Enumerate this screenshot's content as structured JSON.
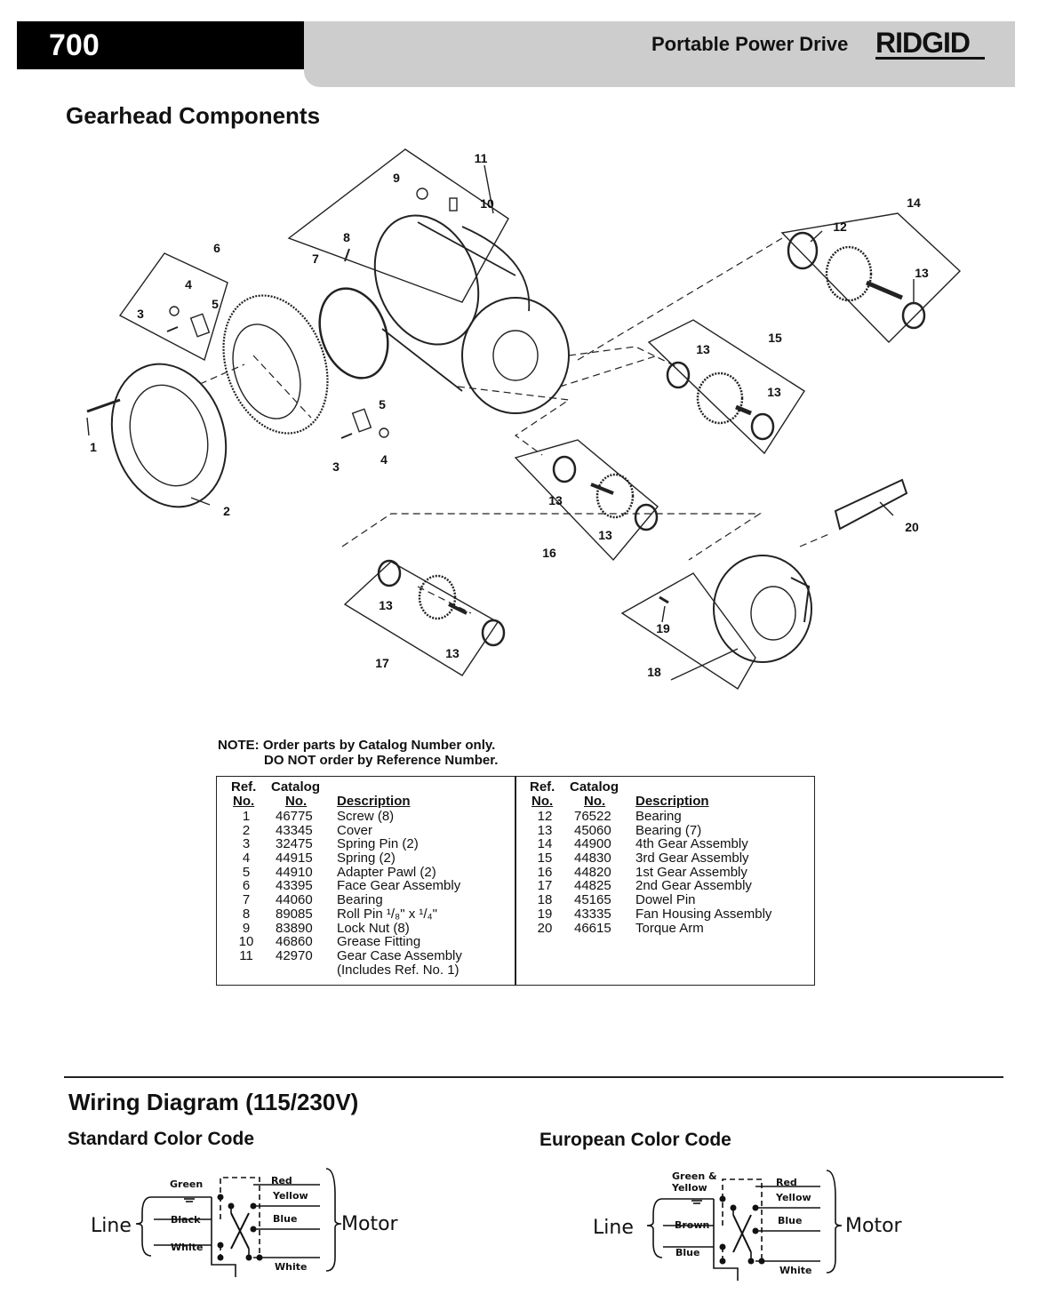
{
  "header": {
    "model": "700",
    "title": "Portable Power Drive",
    "brand": "RIDGID"
  },
  "section_title": "Gearhead Components",
  "diagram_labels": [
    "1",
    "2",
    "3",
    "3",
    "4",
    "4",
    "5",
    "5",
    "6",
    "7",
    "8",
    "9",
    "10",
    "11",
    "12",
    "13",
    "13",
    "13",
    "13",
    "13",
    "13",
    "13",
    "14",
    "15",
    "16",
    "17",
    "18",
    "19",
    "20"
  ],
  "note": {
    "line1": "NOTE: Order parts by Catalog Number only.",
    "line2": "DO NOT order by Reference Number."
  },
  "parts_table": {
    "headers": {
      "ref_top": "Ref.",
      "ref_bottom": "No.",
      "catalog_top": "Catalog",
      "catalog_bottom": "No.",
      "description": "Description"
    },
    "left": [
      {
        "ref": "1",
        "catalog": "46775",
        "desc": "Screw (8)"
      },
      {
        "ref": "2",
        "catalog": "43345",
        "desc": "Cover"
      },
      {
        "ref": "3",
        "catalog": "32475",
        "desc": "Spring Pin (2)"
      },
      {
        "ref": "4",
        "catalog": "44915",
        "desc": "Spring (2)"
      },
      {
        "ref": "5",
        "catalog": "44910",
        "desc": "Adapter Pawl (2)"
      },
      {
        "ref": "6",
        "catalog": "43395",
        "desc": "Face Gear Assembly"
      },
      {
        "ref": "7",
        "catalog": "44060",
        "desc": "Bearing"
      },
      {
        "ref": "8",
        "catalog": "89085",
        "desc": "Roll Pin ¹/₈\" x ¹/₄\""
      },
      {
        "ref": "9",
        "catalog": "83890",
        "desc": "Lock Nut (8)"
      },
      {
        "ref": "10",
        "catalog": "46860",
        "desc": "Grease Fitting"
      },
      {
        "ref": "11",
        "catalog": "42970",
        "desc": "Gear Case Assembly"
      },
      {
        "ref": "",
        "catalog": "",
        "desc": "(Includes Ref. No. 1)"
      }
    ],
    "right": [
      {
        "ref": "12",
        "catalog": "76522",
        "desc": "Bearing"
      },
      {
        "ref": "13",
        "catalog": "45060",
        "desc": "Bearing (7)"
      },
      {
        "ref": "14",
        "catalog": "44900",
        "desc": "4th Gear Assembly"
      },
      {
        "ref": "15",
        "catalog": "44830",
        "desc": "3rd Gear Assembly"
      },
      {
        "ref": "16",
        "catalog": "44820",
        "desc": "1st Gear Assembly"
      },
      {
        "ref": "17",
        "catalog": "44825",
        "desc": "2nd Gear Assembly"
      },
      {
        "ref": "18",
        "catalog": "45165",
        "desc": "Dowel Pin"
      },
      {
        "ref": "19",
        "catalog": "43335",
        "desc": "Fan Housing Assembly"
      },
      {
        "ref": "20",
        "catalog": "46615",
        "desc": "Torque Arm"
      }
    ]
  },
  "wiring": {
    "title": "Wiring Diagram (115/230V)",
    "standard": {
      "title": "Standard Color Code",
      "line": "Line",
      "motor": "Motor",
      "wires": {
        "ground": "Green",
        "l2": "Black",
        "l3": "White",
        "m1": "Red",
        "m2": "Yellow",
        "m3": "Blue",
        "m4": "White"
      }
    },
    "european": {
      "title": "European Color Code",
      "line": "Line",
      "motor": "Motor",
      "ground_top": "Green &",
      "ground_bottom": "Yellow",
      "wires": {
        "l2": "Brown",
        "l3": "Blue",
        "m1": "Red",
        "m2": "Yellow",
        "m3": "Blue",
        "m4": "White"
      }
    }
  }
}
